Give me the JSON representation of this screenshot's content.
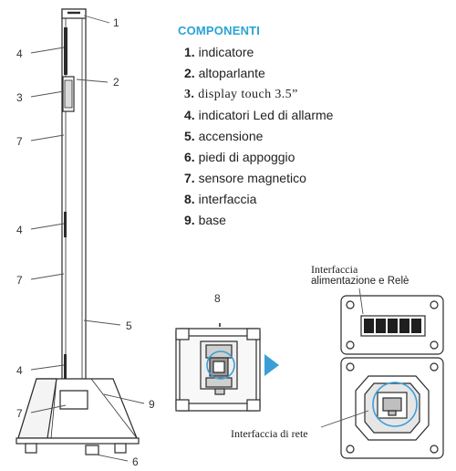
{
  "heading": "COMPONENTI",
  "components": [
    {
      "num": "1.",
      "label": "indicatore"
    },
    {
      "num": "2.",
      "label": "altoparlante"
    },
    {
      "num": "3.",
      "label": "display touch 3.5”"
    },
    {
      "num": "4.",
      "label": "indicatori  Led di allarme"
    },
    {
      "num": "5.",
      "label": "accensione"
    },
    {
      "num": "6.",
      "label": "piedi di appoggio"
    },
    {
      "num": "7.",
      "label": "sensore magnetico"
    },
    {
      "num": "8.",
      "label": "interfaccia"
    },
    {
      "num": "9.",
      "label": "base"
    }
  ],
  "callouts": {
    "c1": "1",
    "c2": "2",
    "c3": "3",
    "c4a": "4",
    "c4b": "4",
    "c4c": "4",
    "c5": "5",
    "c6": "6",
    "c7a": "7",
    "c7b": "7",
    "c7c": "7",
    "c8": "8",
    "c9": "9"
  },
  "detail_labels": {
    "power_relay_line1": "Interfaccia",
    "power_relay_line2": "alimentazione  e Relè",
    "network": "Interfaccia di rete"
  },
  "colors": {
    "heading": "#2aa3d4",
    "arrow": "#3a9fd8",
    "line": "#2b2b2b"
  }
}
